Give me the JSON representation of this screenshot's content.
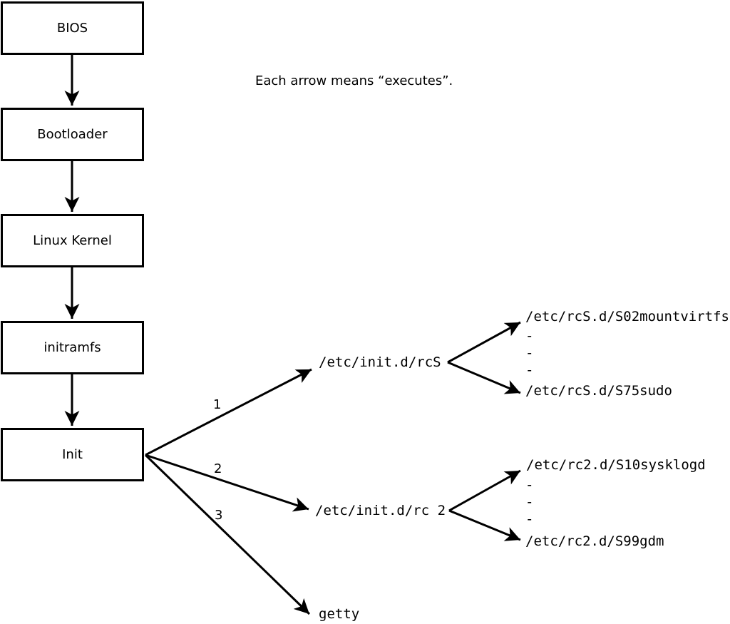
{
  "annotation": "Each arrow means “executes”.",
  "colors": {
    "line": "#000000",
    "background": "#ffffff",
    "box_fill": "#ffffff",
    "text": "#000000"
  },
  "boot_chain": [
    {
      "label": "BIOS"
    },
    {
      "label": "Bootloader"
    },
    {
      "label": "Linux Kernel"
    },
    {
      "label": "initramfs"
    },
    {
      "label": "Init"
    }
  ],
  "init_branches": [
    {
      "order": "1",
      "target": "/etc/init.d/rcS"
    },
    {
      "order": "2",
      "target": "/etc/init.d/rc 2"
    },
    {
      "order": "3",
      "target": "getty"
    }
  ],
  "rcS_scripts": {
    "first": "/etc/rcS.d/S02mountvirtfs",
    "more": [
      "-",
      "-",
      "-"
    ],
    "last": "/etc/rcS.d/S75sudo"
  },
  "rc2_scripts": {
    "first": "/etc/rc2.d/S10sysklogd",
    "more": [
      "-",
      "-",
      "-"
    ],
    "last": "/etc/rc2.d/S99gdm"
  }
}
